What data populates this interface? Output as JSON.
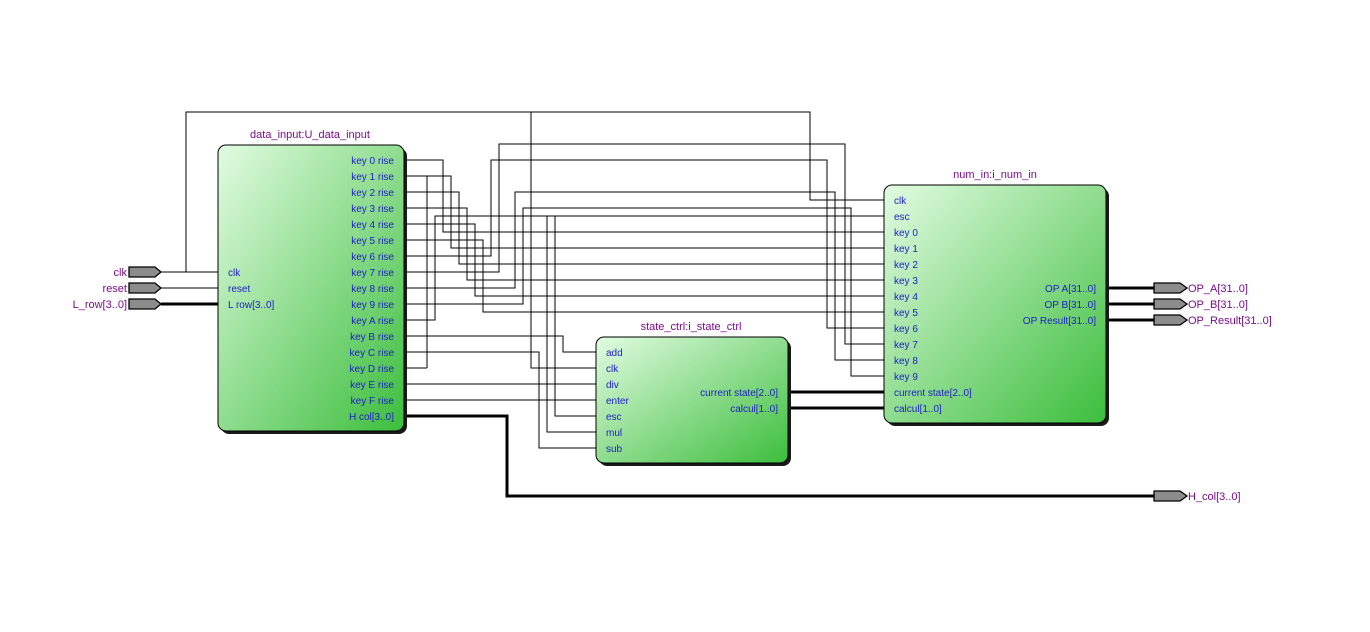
{
  "diagram": {
    "type": "rtl-schematic",
    "colors": {
      "block_fill_light": "#dcfadc",
      "block_fill_dark": "#3cbe3c",
      "block_title": "#7a0d8a",
      "port_label": "#1e1ec8",
      "pin_label": "#7a0d8a",
      "pin_fill": "#8c8c8c",
      "wire": "#000000"
    },
    "inputs": [
      {
        "id": "clk",
        "label": "clk"
      },
      {
        "id": "reset",
        "label": "reset"
      },
      {
        "id": "L_row",
        "label": "L_row[3..0]",
        "bus": true
      }
    ],
    "outputs": [
      {
        "id": "OP_A",
        "label": "OP_A[31..0]",
        "bus": true
      },
      {
        "id": "OP_B",
        "label": "OP_B[31..0]",
        "bus": true
      },
      {
        "id": "OP_Result",
        "label": "OP_Result[31..0]",
        "bus": true
      },
      {
        "id": "H_col",
        "label": "H_col[3..0]",
        "bus": true
      }
    ],
    "blocks": [
      {
        "id": "data_input",
        "title": "data_input:U_data_input",
        "in_ports": [
          "clk",
          "reset",
          "L row[3..0]"
        ],
        "out_ports": [
          "key 0 rise",
          "key 1 rise",
          "key 2 rise",
          "key 3 rise",
          "key 4 rise",
          "key 5 rise",
          "key 6 rise",
          "key 7 rise",
          "key 8 rise",
          "key 9 rise",
          "key A rise",
          "key B rise",
          "key C rise",
          "key D rise",
          "key E rise",
          "key F rise",
          "H col[3..0]"
        ]
      },
      {
        "id": "state_ctrl",
        "title": "state_ctrl:i_state_ctrl",
        "in_ports": [
          "add",
          "clk",
          "div",
          "enter",
          "esc",
          "mul",
          "sub"
        ],
        "out_ports": [
          "current state[2..0]",
          "calcul[1..0]"
        ]
      },
      {
        "id": "num_in",
        "title": "num_in:i_num_in",
        "in_ports": [
          "clk",
          "esc",
          "key 0",
          "key 1",
          "key 2",
          "key 3",
          "key 4",
          "key 5",
          "key 6",
          "key 7",
          "key 8",
          "key 9",
          "current state[2..0]",
          "calcul[1..0]"
        ],
        "out_ports": [
          "OP A[31..0]",
          "OP B[31..0]",
          "OP Result[31..0]"
        ]
      }
    ]
  }
}
